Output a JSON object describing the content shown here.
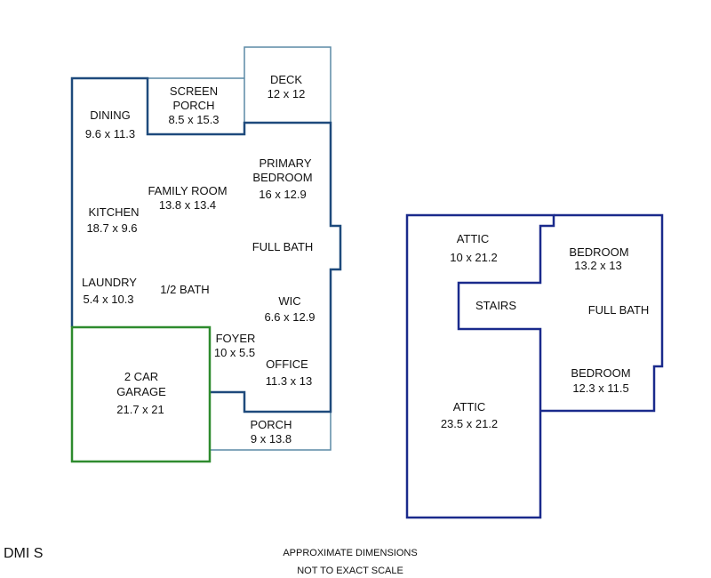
{
  "logo": "DMI S",
  "colors": {
    "wall": "#1e4a7c",
    "outdoor": "#5b8aa6",
    "garage": "#2e8b2e",
    "upper": "#1a2a8c"
  },
  "main_level": {
    "dining": {
      "name": "DINING",
      "dims": "9.6 x 11.3"
    },
    "screen_porch": {
      "name1": "SCREEN",
      "name2": "PORCH",
      "dims": "8.5 x 15.3"
    },
    "deck": {
      "name": "DECK",
      "dims": "12 x 12"
    },
    "primary_bedroom": {
      "name1": "PRIMARY",
      "name2": "BEDROOM",
      "dims": "16 x 12.9"
    },
    "family_room": {
      "name": "FAMILY ROOM",
      "dims": "13.8 x 13.4"
    },
    "kitchen": {
      "name": "KITCHEN",
      "dims": "18.7 x 9.6"
    },
    "full_bath": {
      "name": "FULL BATH"
    },
    "laundry": {
      "name": "LAUNDRY",
      "dims": "5.4 x 10.3"
    },
    "half_bath": {
      "name": "1/2 BATH"
    },
    "wic": {
      "name": "WIC",
      "dims": "6.6 x 12.9"
    },
    "foyer": {
      "name": "FOYER",
      "dims": "10 x 5.5"
    },
    "office": {
      "name": "OFFICE",
      "dims": "11.3 x 13"
    },
    "garage": {
      "name1": "2 CAR",
      "name2": "GARAGE",
      "dims": "21.7 x 21"
    },
    "porch": {
      "name": "PORCH",
      "dims": "9 x 13.8"
    }
  },
  "upper_level": {
    "attic_top": {
      "name": "ATTIC",
      "dims": "10 x 21.2"
    },
    "bedroom_1": {
      "name": "BEDROOM",
      "dims": "13.2 x 13"
    },
    "stairs": {
      "name": "STAIRS"
    },
    "full_bath": {
      "name": "FULL BATH"
    },
    "bedroom_2": {
      "name": "BEDROOM",
      "dims": "12.3 x 11.5"
    },
    "attic_bottom": {
      "name": "ATTIC",
      "dims": "23.5 x 21.2"
    }
  },
  "footer": {
    "line1": "APPROXIMATE DIMENSIONS",
    "line2": "NOT TO EXACT SCALE"
  }
}
